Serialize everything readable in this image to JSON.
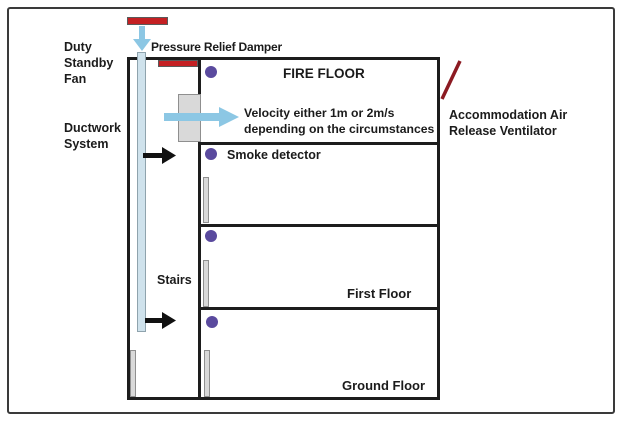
{
  "labels": {
    "duty_standby_fan": "Duty\nStandby\nFan",
    "ductwork_system": "Ductwork\nSystem",
    "pressure_relief_damper": "Pressure Relief Damper",
    "fire_floor": "FIRE FLOOR",
    "velocity_note": "Velocity either 1m or 2m/s\ndepending on the circumstances",
    "smoke_detector": "Smoke detector",
    "stairs": "Stairs",
    "first_floor": "First Floor",
    "ground_floor": "Ground Floor",
    "accommodation_ventilator": "Accommodation Air\nRelease Ventilator"
  },
  "icons": {
    "fan_discharge_arrow": "down-arrow-blue",
    "velocity_airflow_arrow": "right-arrow-blue",
    "stair_supply_arrow_upper": "right-arrow-black",
    "stair_supply_arrow_lower": "right-arrow-black",
    "smoke_detector_dot": "filled-circle-purple",
    "ventilator_mark": "diagonal-stroke-dark-red"
  },
  "colors": {
    "background": "#ffffff",
    "frame_border": "#3a3a3a",
    "wall": "#1d1d1d",
    "damper_red": "#c42023",
    "airflow_blue": "#8cc7e4",
    "duct_fill": "#cfe2ec",
    "duct_border": "#8fa3ad",
    "detector_purple": "#5a4a9e",
    "ventilator_red": "#8c1a22",
    "grille_grey": "#d9d9d9",
    "grille_border": "#8f8f8f"
  }
}
